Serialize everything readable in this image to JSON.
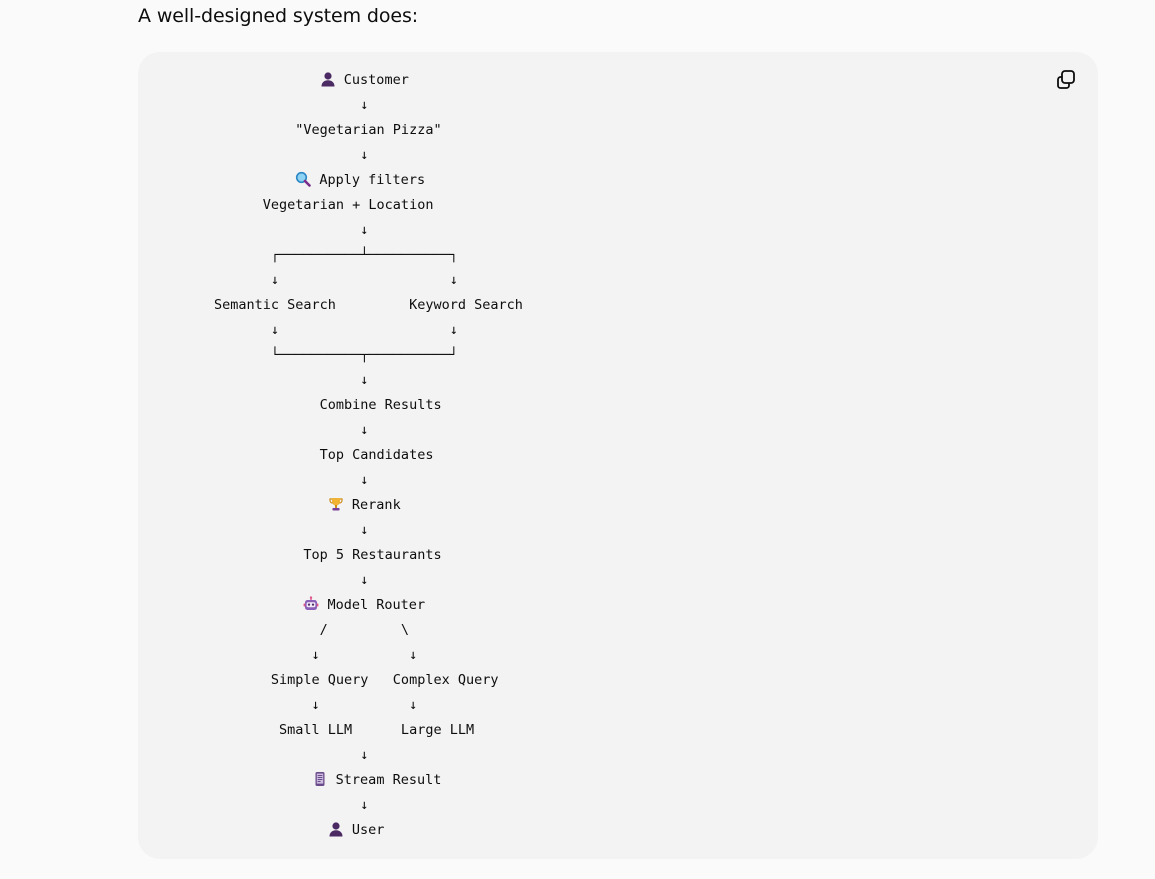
{
  "intro_text": "A well-designed system does:",
  "code_block": {
    "copy_label": "Copy",
    "lines": [
      {
        "pre": "             ",
        "icon": "person-icon",
        "text": " Customer"
      },
      {
        "pre": "",
        "icon": "",
        "text": "                  ↓"
      },
      {
        "pre": "",
        "icon": "",
        "text": "          \"Vegetarian Pizza\""
      },
      {
        "pre": "",
        "icon": "",
        "text": "                  ↓"
      },
      {
        "pre": "          ",
        "icon": "magnifier-icon",
        "text": " Apply filters"
      },
      {
        "pre": "",
        "icon": "",
        "text": "      Vegetarian + Location"
      },
      {
        "pre": "",
        "icon": "",
        "text": "                  ↓"
      },
      {
        "pre": "",
        "icon": "",
        "text": "       ┌──────────┴──────────┐"
      },
      {
        "pre": "",
        "icon": "",
        "text": "       ↓                     ↓"
      },
      {
        "pre": "",
        "icon": "",
        "text": "Semantic Search         Keyword Search"
      },
      {
        "pre": "",
        "icon": "",
        "text": "       ↓                     ↓"
      },
      {
        "pre": "",
        "icon": "",
        "text": "       └──────────┬──────────┘"
      },
      {
        "pre": "",
        "icon": "",
        "text": "                  ↓"
      },
      {
        "pre": "",
        "icon": "",
        "text": "             Combine Results"
      },
      {
        "pre": "",
        "icon": "",
        "text": "                  ↓"
      },
      {
        "pre": "",
        "icon": "",
        "text": "             Top Candidates"
      },
      {
        "pre": "",
        "icon": "",
        "text": "                  ↓"
      },
      {
        "pre": "              ",
        "icon": "trophy-icon",
        "text": " Rerank"
      },
      {
        "pre": "",
        "icon": "",
        "text": "                  ↓"
      },
      {
        "pre": "",
        "icon": "",
        "text": "           Top 5 Restaurants"
      },
      {
        "pre": "",
        "icon": "",
        "text": "                  ↓"
      },
      {
        "pre": "           ",
        "icon": "robot-icon",
        "text": " Model Router"
      },
      {
        "pre": "",
        "icon": "",
        "text": "             /         \\"
      },
      {
        "pre": "",
        "icon": "",
        "text": "            ↓           ↓"
      },
      {
        "pre": "",
        "icon": "",
        "text": "       Simple Query   Complex Query"
      },
      {
        "pre": "",
        "icon": "",
        "text": "            ↓           ↓"
      },
      {
        "pre": "",
        "icon": "",
        "text": "        Small LLM      Large LLM"
      },
      {
        "pre": "",
        "icon": "",
        "text": "                  ↓"
      },
      {
        "pre": "            ",
        "icon": "phone-icon",
        "text": " Stream Result"
      },
      {
        "pre": "",
        "icon": "",
        "text": "                  ↓"
      },
      {
        "pre": "              ",
        "icon": "person-icon",
        "text": " User"
      }
    ]
  },
  "colors": {
    "block_bg": "#f3f3f3",
    "page_bg": "#fafafa",
    "text": "#0d0d0d"
  }
}
